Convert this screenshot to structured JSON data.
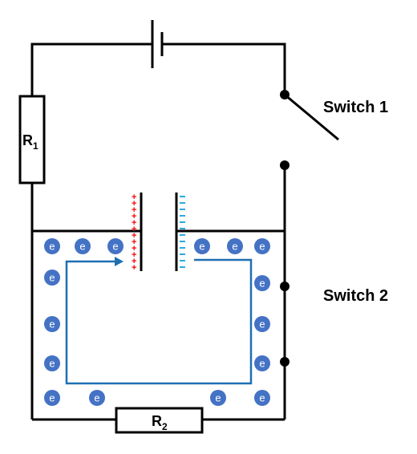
{
  "labels": {
    "switch1": "Switch 1",
    "switch2": "Switch 2"
  },
  "resistors": {
    "r1": {
      "letter": "R",
      "sub": "1"
    },
    "r2": {
      "letter": "R",
      "sub": "2"
    }
  },
  "electron_symbol": "e",
  "plus_symbol": "+",
  "minus_symbol": "–",
  "colors": {
    "wire": "#000000",
    "electron": "#4472C4",
    "current_arrow": "#1F6FB2",
    "positive_charge": "#FF0000",
    "negative_charge": "#2EA8E0"
  }
}
